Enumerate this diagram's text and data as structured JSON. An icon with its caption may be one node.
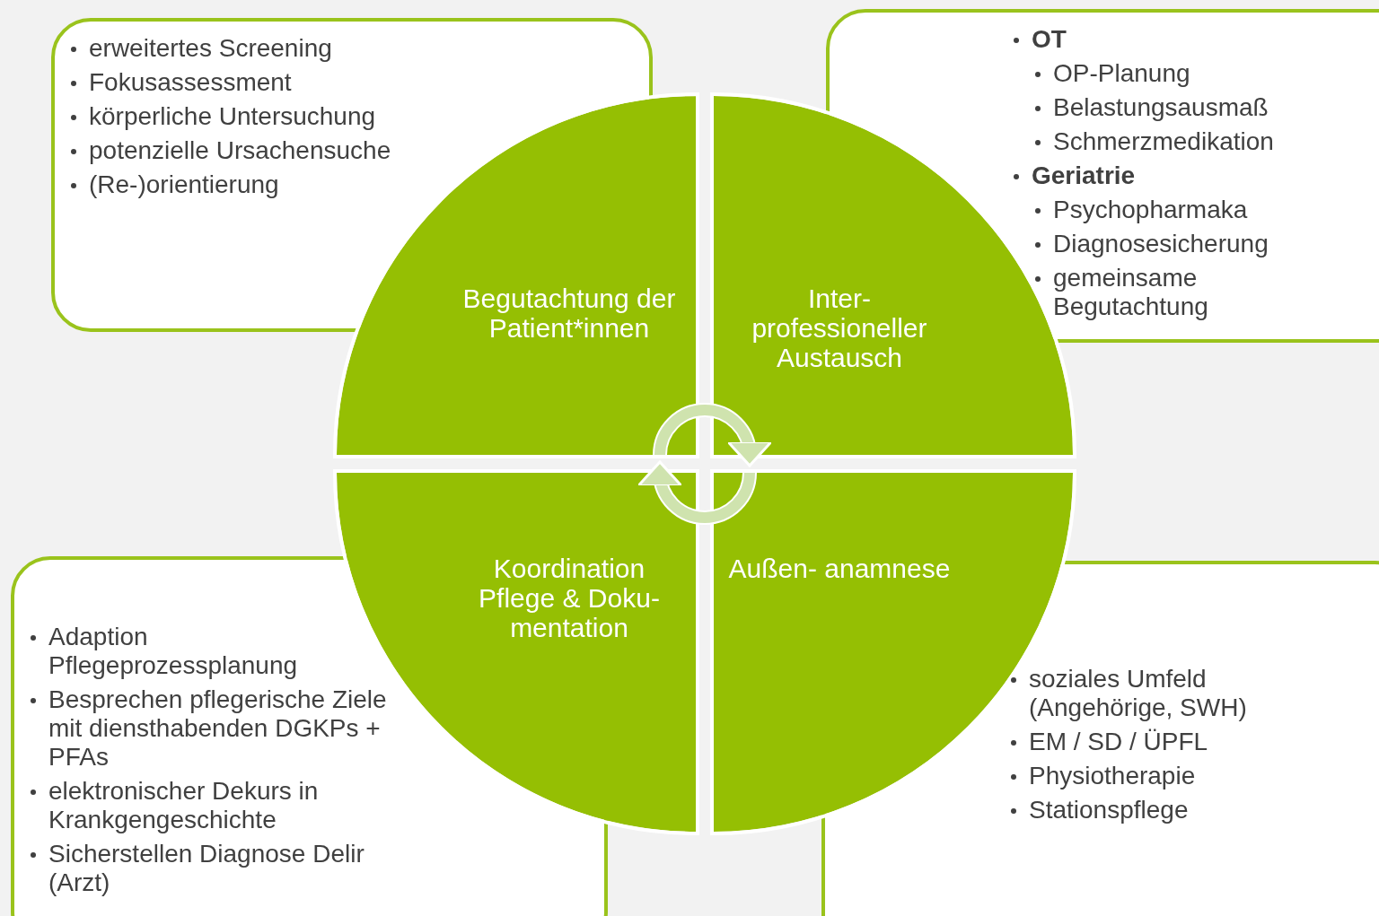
{
  "diagram": {
    "nodes": [
      {
        "text": [
          "erweitertes Screening",
          "Fokusassessment",
          "körperliche Untersuchung",
          "potenzielle Ursachensuche",
          "(Re-)orientierung"
        ]
      },
      {
        "text": [
          "OT",
          "OP-Planung",
          "Belastungsausmaß",
          "Schmerzmedikation",
          "Geriatrie",
          "Psychopharmaka",
          "Diagnosesicherung",
          "gemeinsame Begutachtung"
        ]
      },
      {
        "text": [
          "Begutachtung der Patient*innen"
        ]
      },
      {
        "text": [
          "Inter- professioneller Austausch"
        ]
      },
      {
        "text": [
          "Koordination Pflege & Doku- mentation"
        ]
      },
      {
        "text": [
          "Außen- anamnese"
        ]
      },
      {
        "text": [
          "Adaption Pflegeprozessplanung",
          "Besprechen pflegerische Ziele mit diensthabenden DGKPs + PFAs",
          "elektronischer Dekurs in Krankgengeschichte",
          "Sicherstellen Diagnose Delir (Arzt)"
        ]
      },
      {
        "text": [
          "soziales Umfeld (Angehörige, SWH)",
          "EM / SD / ÜPFL",
          "Physiotherapie",
          "Stationspflege"
        ]
      }
    ],
    "edges": [
      {
        "from": 2,
        "to": 3,
        "arrow": "to"
      },
      {
        "from": 5,
        "to": 4,
        "arrow": "to"
      }
    ]
  }
}
